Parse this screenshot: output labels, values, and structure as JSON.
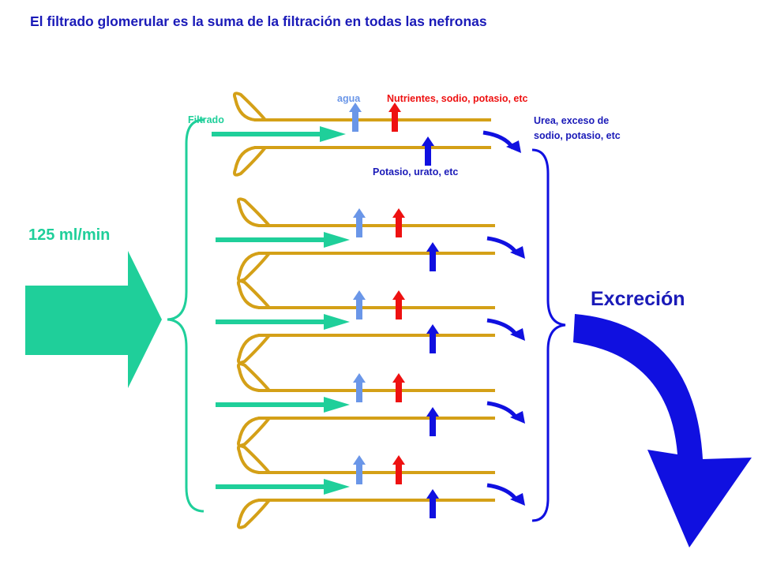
{
  "title": "El filtrado glomerular es la suma de la filtración en todas las nefronas",
  "labels": {
    "agua": "agua",
    "nutrientes": "Nutrientes, sodio, potasio, etc",
    "filtrado": "Filtrado",
    "urea": "Urea, exceso de sodio, potasio, etc",
    "potasio": "Potasio, urato, etc",
    "rate": "125 ml/min",
    "excrecion": "Excreción"
  },
  "colors": {
    "title": "#1a1ab8",
    "tubule": "#d4a017",
    "filtrate": "#1fcf9a",
    "water": "#6a96e8",
    "reabsorption": "#ee1111",
    "secretion": "#1010e0",
    "excretion": "#1010e0"
  },
  "nephron_count": 5
}
